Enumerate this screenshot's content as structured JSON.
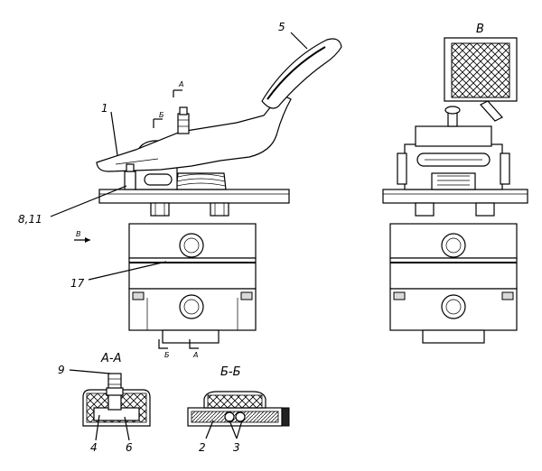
{
  "labels": {
    "part_1": "1",
    "part_5": "5",
    "part_8_11": "8,11",
    "part_17": "17",
    "part_9": "9",
    "part_4": "4",
    "part_6": "6",
    "part_2": "2",
    "part_3": "3"
  },
  "view_marks": {
    "view_B_title": "В",
    "view_B_arrow": "В",
    "cut_A_top": "А",
    "cut_B_top": "Б",
    "cut_B_bottom": "Б",
    "cut_A_bottom": "А"
  },
  "sections": {
    "section_AA": "А-А",
    "section_BB": "Б-Б"
  }
}
